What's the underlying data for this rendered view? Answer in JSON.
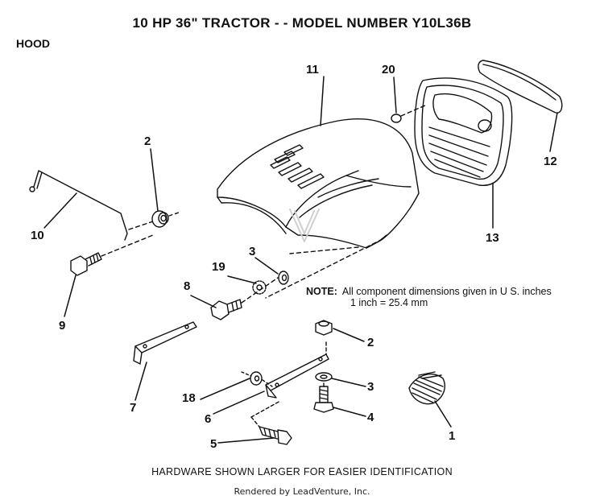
{
  "header": {
    "title": "10 HP 36\" TRACTOR - - MODEL NUMBER Y10L36B",
    "section": "HOOD"
  },
  "callouts": [
    "1",
    "2",
    "3",
    "4",
    "5",
    "6",
    "7",
    "8",
    "9",
    "10",
    "11",
    "12",
    "13",
    "18",
    "19",
    "20"
  ],
  "note": {
    "label": "NOTE:",
    "line1": "All component dimensions given in U S. inches",
    "line2": "1 inch = 25.4 mm"
  },
  "footer": {
    "hardware": "HARDWARE SHOWN LARGER FOR EASIER IDENTIFICATION",
    "rendered": "Rendered by LeadVenture, Inc."
  }
}
